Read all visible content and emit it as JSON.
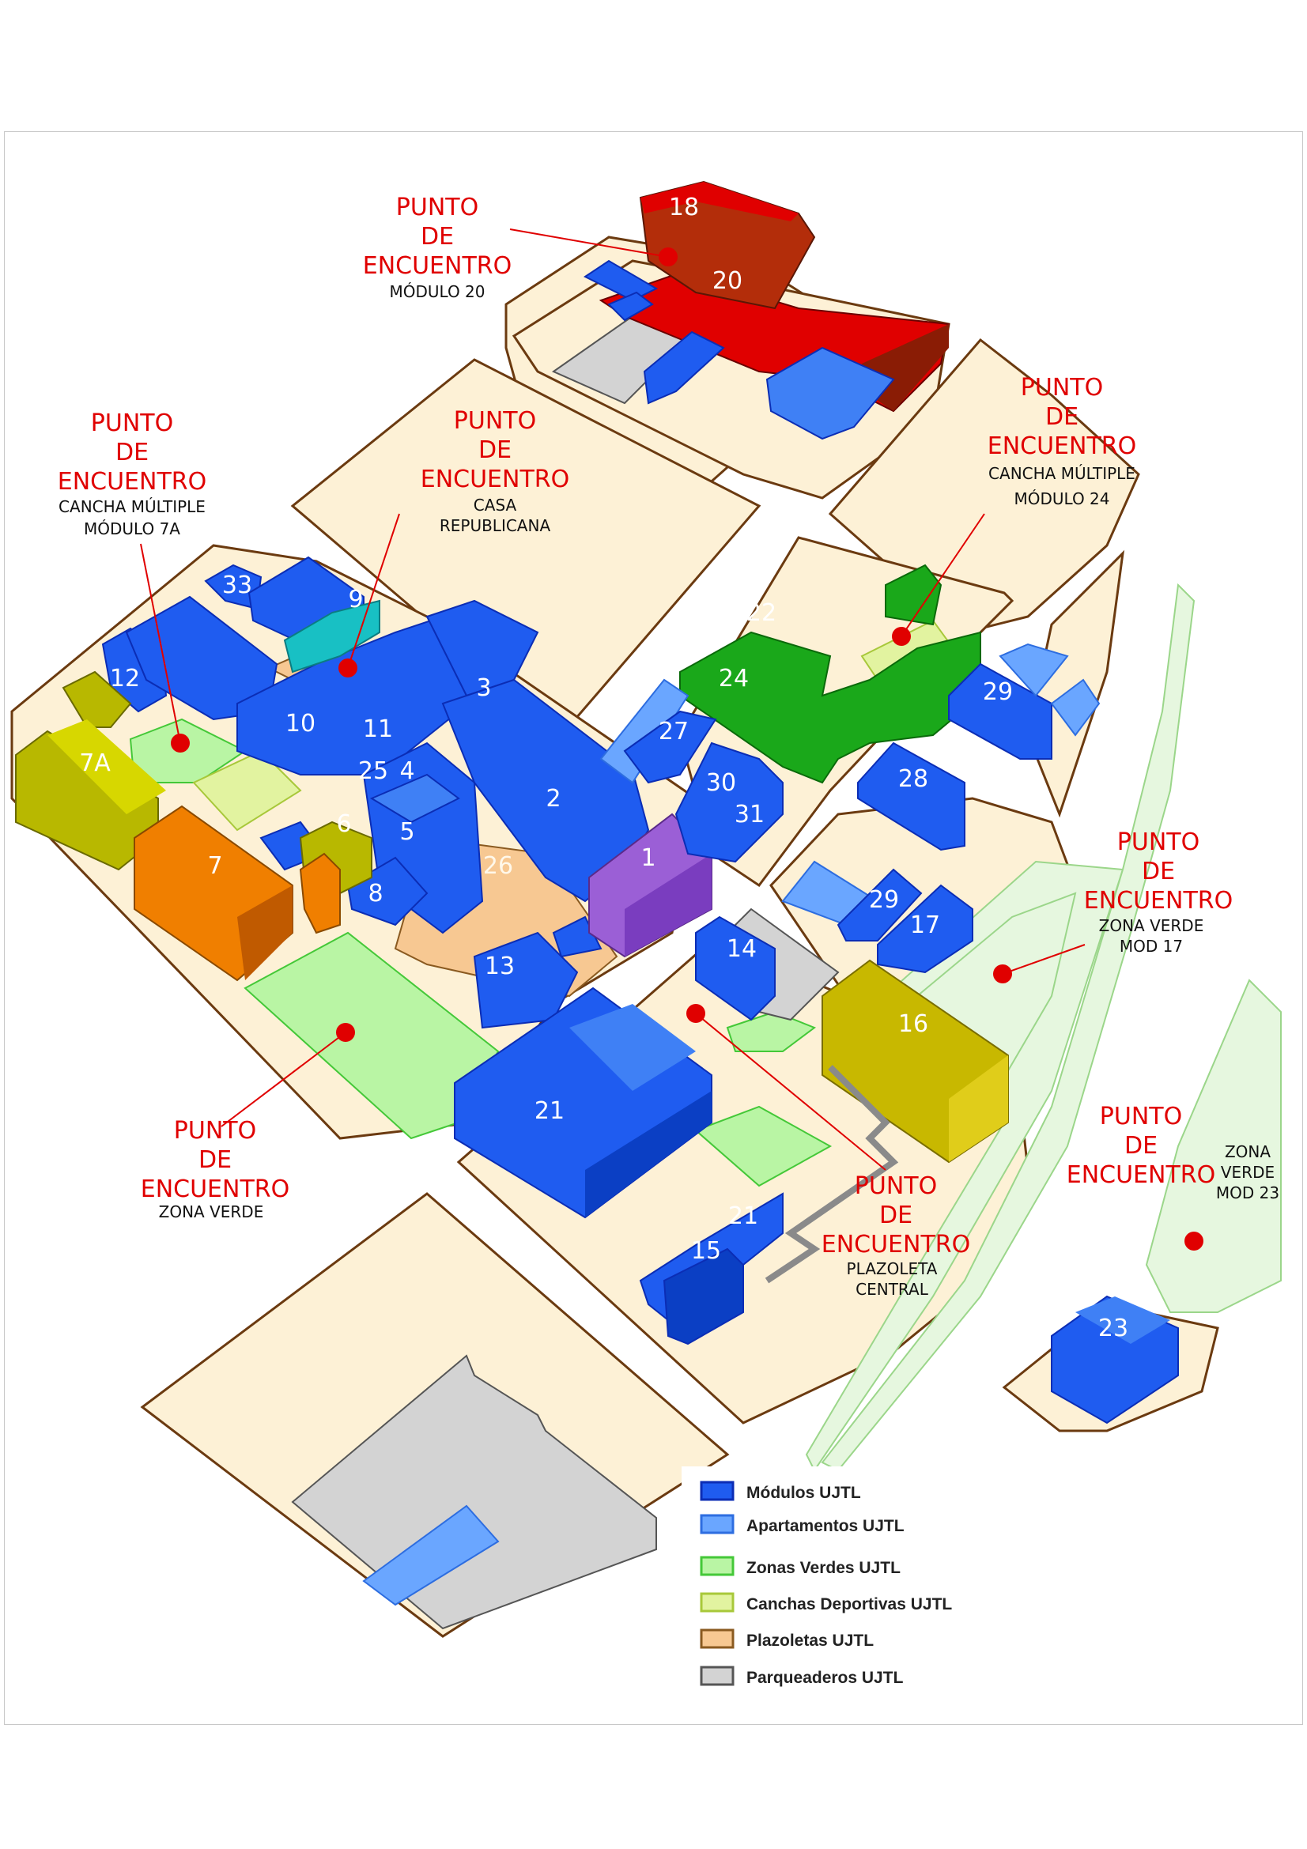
{
  "colors": {
    "modulos": "#1f5cf0",
    "apartamentos": "#6aa6ff",
    "zonas_verdes": "#b9f5a4",
    "canchas": "#e2f3a0",
    "plazoletas": "#f7c892",
    "parqueaderos": "#d3d3d3",
    "ground": "#fdf1d6",
    "outline": "#6b3a10",
    "meeting_point": "#e00000"
  },
  "buildings": [
    {
      "id": "b-18",
      "label": "18"
    },
    {
      "id": "b-20",
      "label": "20"
    },
    {
      "id": "b-33",
      "label": "33"
    },
    {
      "id": "b-9",
      "label": "9"
    },
    {
      "id": "b-12",
      "label": "12"
    },
    {
      "id": "b-10",
      "label": "10"
    },
    {
      "id": "b-11",
      "label": "11"
    },
    {
      "id": "b-3",
      "label": "3"
    },
    {
      "id": "b-7a",
      "label": "7A"
    },
    {
      "id": "b-25",
      "label": "25"
    },
    {
      "id": "b-4",
      "label": "4"
    },
    {
      "id": "b-2",
      "label": "2"
    },
    {
      "id": "b-6",
      "label": "6"
    },
    {
      "id": "b-5",
      "label": "5"
    },
    {
      "id": "b-7",
      "label": "7"
    },
    {
      "id": "b-26",
      "label": "26"
    },
    {
      "id": "b-8",
      "label": "8"
    },
    {
      "id": "b-1",
      "label": "1"
    },
    {
      "id": "b-13",
      "label": "13"
    },
    {
      "id": "b-21a",
      "label": "21"
    },
    {
      "id": "b-22",
      "label": "22"
    },
    {
      "id": "b-24",
      "label": "24"
    },
    {
      "id": "b-27",
      "label": "27"
    },
    {
      "id": "b-30",
      "label": "30"
    },
    {
      "id": "b-31",
      "label": "31"
    },
    {
      "id": "b-29a",
      "label": "29"
    },
    {
      "id": "b-28",
      "label": "28"
    },
    {
      "id": "b-29b",
      "label": "29"
    },
    {
      "id": "b-17",
      "label": "17"
    },
    {
      "id": "b-14",
      "label": "14"
    },
    {
      "id": "b-16",
      "label": "16"
    },
    {
      "id": "b-21b",
      "label": "21"
    },
    {
      "id": "b-15",
      "label": "15"
    },
    {
      "id": "b-23",
      "label": "23"
    }
  ],
  "meeting_points": [
    {
      "title": [
        "PUNTO",
        "DE",
        "ENCUENTRO"
      ],
      "sub": [
        "MÓDULO 20"
      ]
    },
    {
      "title": [
        "PUNTO",
        "DE",
        "ENCUENTRO"
      ],
      "sub": [
        "CANCHA MÚLTIPLE",
        "MÓDULO 7A"
      ]
    },
    {
      "title": [
        "PUNTO",
        "DE",
        "ENCUENTRO"
      ],
      "sub": [
        "CASA",
        "REPUBLICANA"
      ]
    },
    {
      "title": [
        "PUNTO",
        "DE",
        "ENCUENTRO"
      ],
      "sub": [
        "CANCHA MÚLTIPLE",
        "MÓDULO 24"
      ]
    },
    {
      "title": [
        "PUNTO",
        "DE",
        "ENCUENTRO"
      ],
      "sub": [
        "ZONA VERDE",
        "MOD 17"
      ]
    },
    {
      "title": [
        "PUNTO",
        "DE",
        "ENCUENTRO"
      ],
      "sub": [
        "ZONA VERDE"
      ]
    },
    {
      "title": [
        "PUNTO",
        "DE",
        "ENCUENTRO"
      ],
      "sub": [
        "PLAZOLETA",
        "CENTRAL"
      ]
    },
    {
      "title": [
        "PUNTO",
        "DE",
        "ENCUENTRO"
      ],
      "sub": []
    }
  ],
  "zona_verde_mod23": [
    "ZONA",
    "VERDE",
    "MOD 23"
  ],
  "legend": [
    {
      "label": "Módulos UJTL",
      "color": "#1f5cf0",
      "border": "#0b2db5"
    },
    {
      "label": "Apartamentos UJTL",
      "color": "#6aa6ff",
      "border": "#2d6de0"
    },
    {
      "label": "Zonas Verdes UJTL",
      "color": "#b9f5a4",
      "border": "#44c838"
    },
    {
      "label": "Canchas Deportivas UJTL",
      "color": "#e2f3a0",
      "border": "#a8c83a"
    },
    {
      "label": "Plazoletas UJTL",
      "color": "#f7c892",
      "border": "#8a5a20"
    },
    {
      "label": "Parqueaderos UJTL",
      "color": "#d3d3d3",
      "border": "#555555"
    }
  ]
}
